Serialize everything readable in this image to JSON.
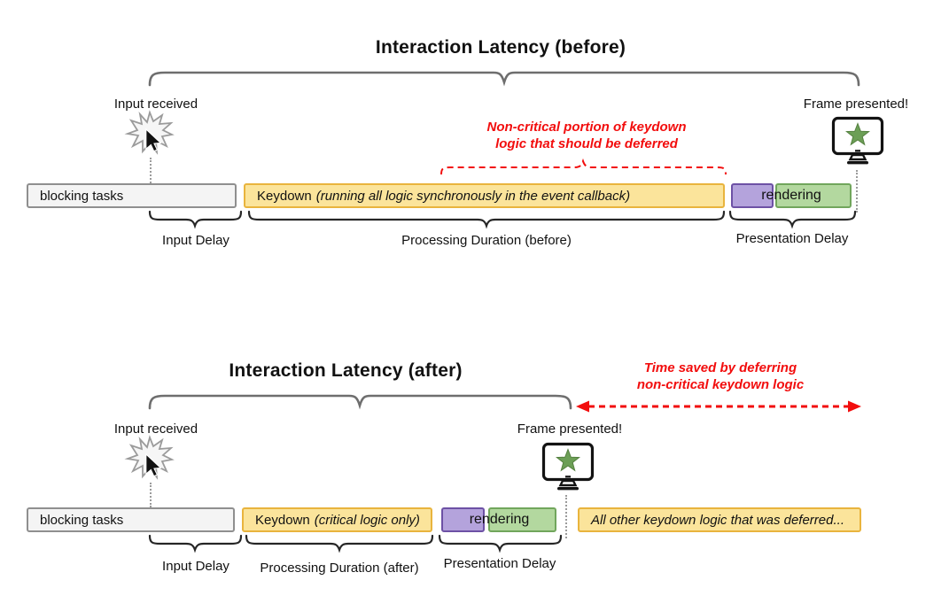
{
  "colors": {
    "task_yellow": "#FBE49B",
    "task_yellow_border": "#E9B43D",
    "purple": "#B4A3DC",
    "purple_border": "#6D51A5",
    "green": "#B3D89F",
    "green_border": "#71A65C",
    "gray_fill": "#F4F4F4",
    "gray_border": "#8F8F8F",
    "red": "#F20D0D",
    "brace_gray": "#6E6E6E",
    "brace_dark": "#262626",
    "dotted_gray": "#9B9B9B",
    "star_green": "#6C9F56",
    "star_green_border": "#54803F",
    "text_dark": "#111111"
  },
  "icons": {
    "input": "starburst-click-icon",
    "pointer": "mouse-cursor-icon",
    "frame": "monitor-with-star-icon"
  },
  "before": {
    "title": "Interaction Latency (before)",
    "input_received": "Input received",
    "frame_presented": "Frame presented!",
    "annotation_line1": "Non-critical portion of keydown",
    "annotation_line2": "logic that should be deferred",
    "bars": {
      "blocking": "blocking tasks",
      "keydown": "Keydown",
      "keydown_note": "(running all logic synchronously in the event callback)",
      "rendering": "rendering"
    },
    "measures": {
      "input_delay": "Input Delay",
      "processing": "Processing Duration (before)",
      "presentation": "Presentation Delay"
    }
  },
  "after": {
    "title": "Interaction Latency (after)",
    "input_received": "Input received",
    "frame_presented": "Frame presented!",
    "annotation_line1": "Time saved by deferring",
    "annotation_line2": "non-critical keydown logic",
    "bars": {
      "blocking": "blocking tasks",
      "keydown": "Keydown",
      "keydown_note": "(critical logic only)",
      "rendering": "rendering",
      "deferred": "All other keydown logic that was deferred..."
    },
    "measures": {
      "input_delay": "Input Delay",
      "processing": "Processing Duration (after)",
      "presentation": "Presentation Delay"
    }
  }
}
